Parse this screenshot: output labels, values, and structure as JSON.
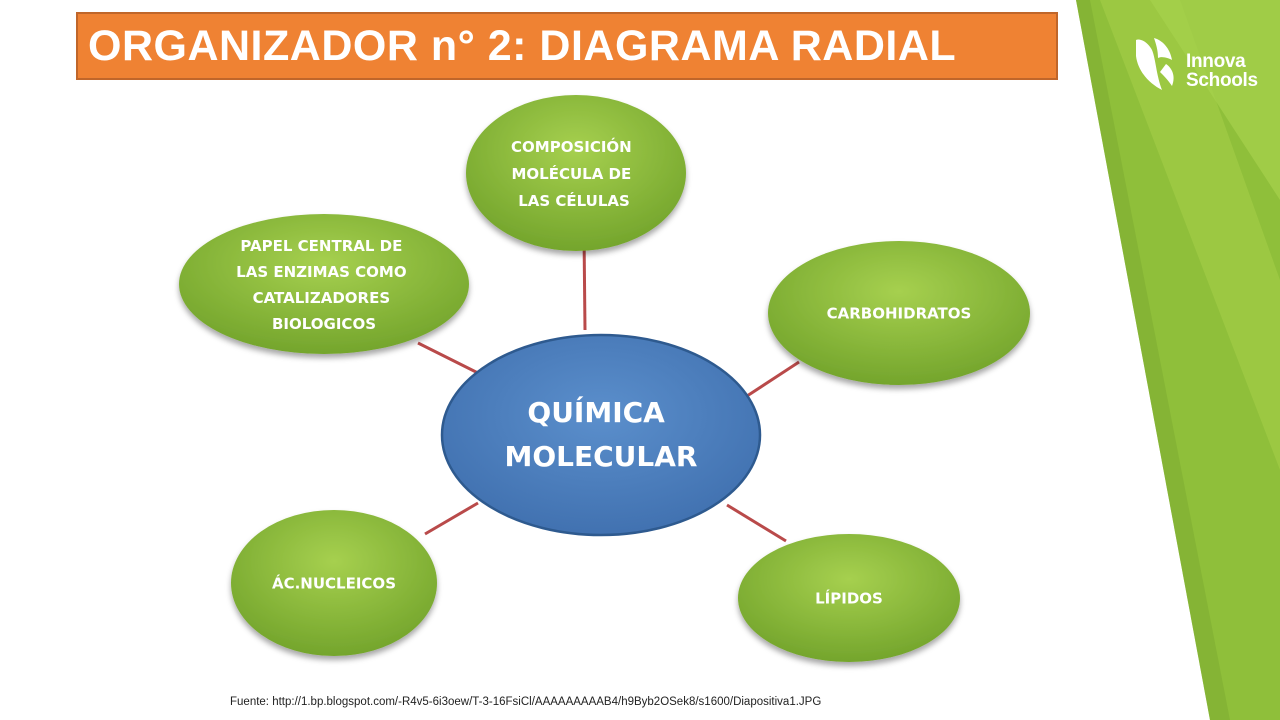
{
  "title": "ORGANIZADOR n° 2: DIAGRAMA RADIAL",
  "brand": {
    "line1": "Innova",
    "line2": "Schools"
  },
  "diagram": {
    "center": {
      "lines": [
        "QUÍMICA",
        "MOLECULAR"
      ]
    },
    "nodes": [
      {
        "id": "composicion",
        "lines": [
          "COMPOSICIÓN",
          "MOLÉCULA DE",
          "LAS CÉLULAS"
        ]
      },
      {
        "id": "papel-central",
        "lines": [
          "PAPEL CENTRAL DE",
          "LAS ENZIMAS COMO",
          "CATALIZADORES",
          "BIOLOGICOS"
        ]
      },
      {
        "id": "carbohidratos",
        "lines": [
          "CARBOHIDRATOS"
        ]
      },
      {
        "id": "ac-nucleicos",
        "lines": [
          "ÁC.NUCLEICOS"
        ]
      },
      {
        "id": "lipidos",
        "lines": [
          "LÍPIDOS"
        ]
      }
    ]
  },
  "colors": {
    "title_bg": "#ef8233",
    "node_green": "#8dbb3c",
    "center_blue": "#4a7ebb",
    "connector": "#b94a4a",
    "side_green": "#8fbf3a"
  },
  "source": "Fuente: http://1.bp.blogspot.com/-R4v5-6i3oew/T-3-16FsiCl/AAAAAAAAAB4/h9Byb2OSek8/s1600/Diapositiva1.JPG"
}
